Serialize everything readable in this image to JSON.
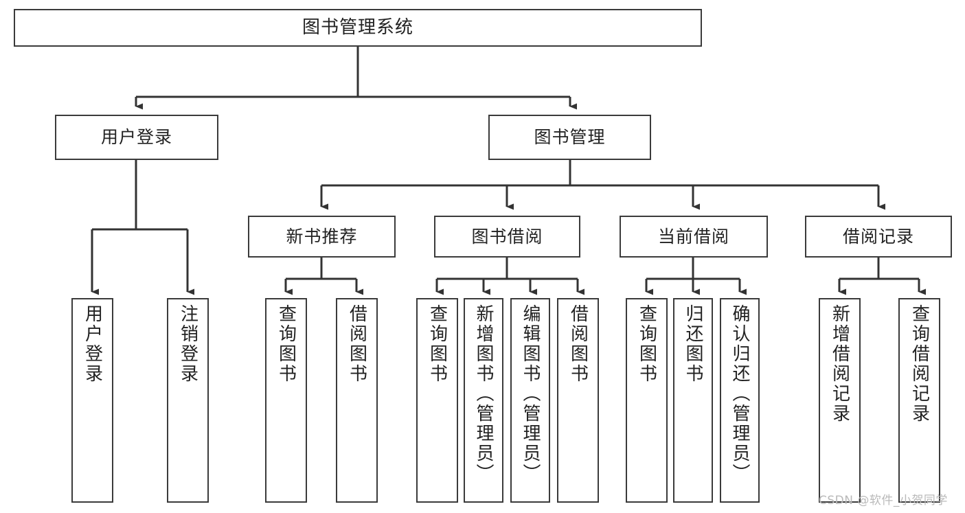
{
  "diagram": {
    "title": "图书管理系统",
    "type": "tree-hierarchy-chart",
    "watermark": "CSDN @软件_小贺同学",
    "colors": {
      "box_border": "#3a3a3a",
      "box_fill": "#ffffff",
      "edge": "#333333",
      "text": "#222222",
      "watermark": "#b9b9b9",
      "background": "#ffffff"
    },
    "levels": {
      "root": {
        "label": "图书管理系统"
      },
      "level2": [
        {
          "label": "用户登录"
        },
        {
          "label": "图书管理"
        }
      ],
      "level3": [
        {
          "label": "新书推荐"
        },
        {
          "label": "图书借阅"
        },
        {
          "label": "当前借阅"
        },
        {
          "label": "借阅记录"
        }
      ],
      "leaves": {
        "user_login": [
          {
            "label": "用户登录"
          },
          {
            "label": "注销登录"
          }
        ],
        "new_book_recommend": [
          {
            "label": "查询图书"
          },
          {
            "label": "借阅图书"
          }
        ],
        "book_borrow": [
          {
            "label": "查询图书"
          },
          {
            "label": "新增图书（管理员）"
          },
          {
            "label": "编辑图书（管理员）"
          },
          {
            "label": "借阅图书"
          }
        ],
        "current_borrow": [
          {
            "label": "查询图书"
          },
          {
            "label": "归还图书"
          },
          {
            "label": "确认归还（管理员）"
          }
        ],
        "borrow_record": [
          {
            "label": "新增借阅记录"
          },
          {
            "label": "查询借阅记录"
          }
        ]
      }
    }
  }
}
